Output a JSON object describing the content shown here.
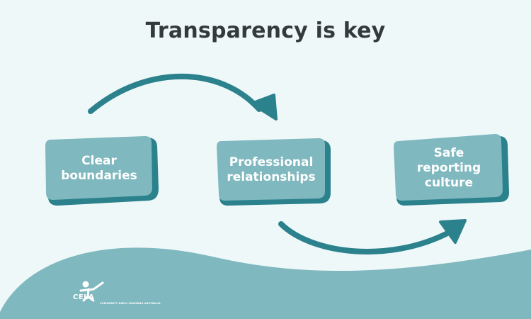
{
  "title": "Transparency is key",
  "steps": [
    {
      "label": "Clear boundaries"
    },
    {
      "label": "Professional relationships"
    },
    {
      "label": "Safe reporting culture"
    }
  ],
  "logo": {
    "name": "CELA",
    "tagline": "COMMUNITY EARLY LEARNING AUSTRALIA"
  },
  "colors": {
    "background": "#eef8f9",
    "box_face": "#7fb8bf",
    "box_shadow": "#2b818c",
    "arrow": "#2b818c",
    "hill": "#7fb8bf",
    "title": "#333a3b"
  }
}
